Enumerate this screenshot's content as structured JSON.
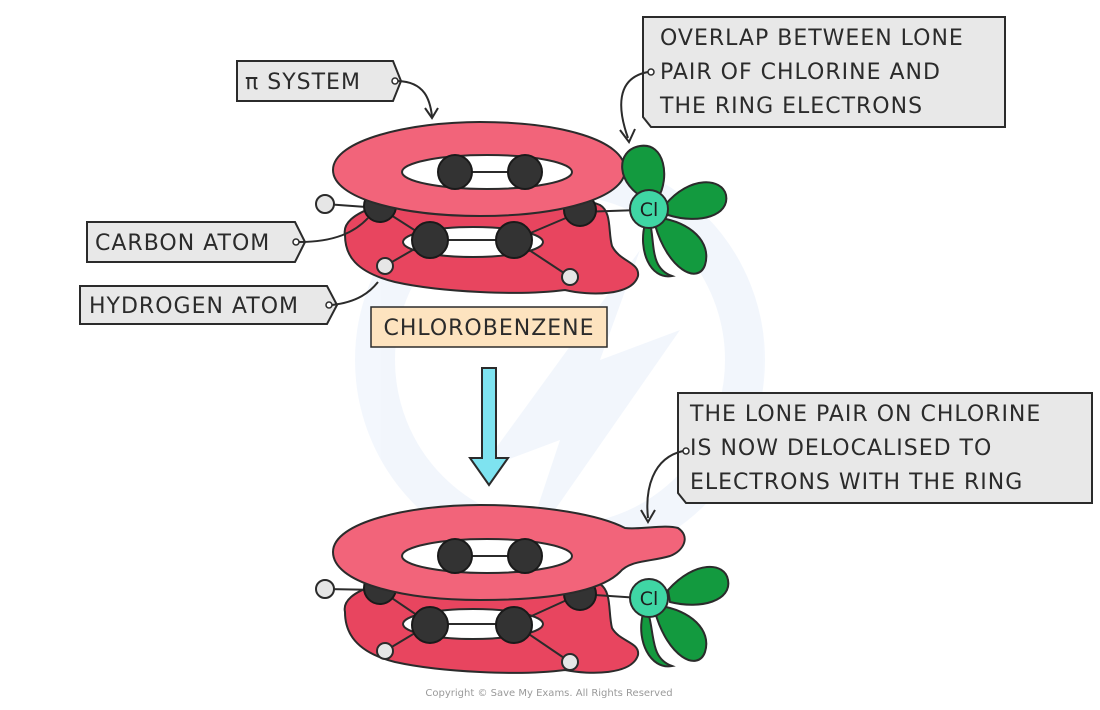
{
  "labels": {
    "pi_system": "π SYSTEM",
    "carbon_atom": "CARBON ATOM",
    "hydrogen_atom": "HYDROGEN ATOM",
    "compound": "CHLOROBENZENE",
    "overlap": [
      "OVERLAP BETWEEN LONE",
      "PAIR OF CHLORINE AND",
      "THE RING ELECTRONS"
    ],
    "delocalised": [
      "THE LONE PAIR ON CHLORINE",
      "IS NOW DELOCALISED TO",
      "ELECTRONS WITH THE RING"
    ]
  },
  "atoms": {
    "chlorine_symbol": "Cl"
  },
  "copyright": "Copyright © Save My Exams. All Rights Reserved",
  "colors": {
    "pi_ring_top": "#f2647a",
    "pi_ring_bottom": "#e8455f",
    "carbon": "#333333",
    "hydrogen": "#e6e6e6",
    "chlorine": "#3fd6a4",
    "lone_pair_lobe": "#139a3f",
    "callout_fill": "#e8e8e8",
    "compound_fill": "#fde3bf",
    "arrow": "#7ee3f0"
  }
}
